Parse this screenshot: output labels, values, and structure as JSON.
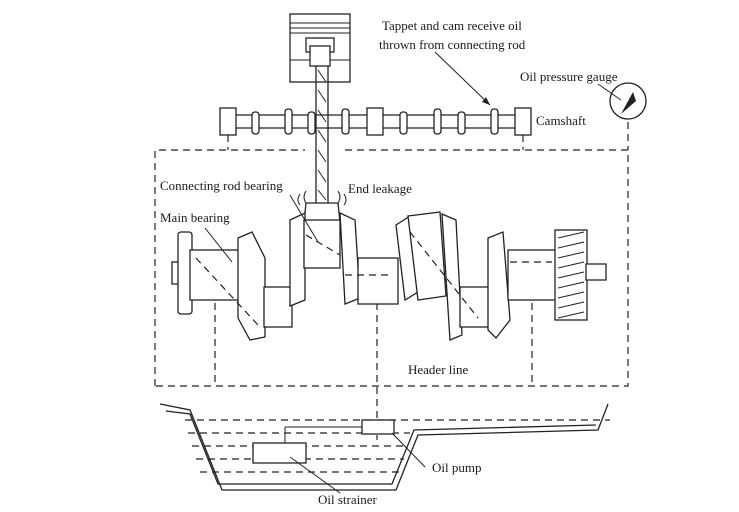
{
  "labels": {
    "tappet_line1": "Tappet and cam receive oil",
    "tappet_line2": "thrown from connecting rod",
    "oil_pressure_gauge": "Oil pressure gauge",
    "camshaft": "Camshaft",
    "connecting_rod_bearing": "Connecting rod bearing",
    "end_leakage": "End leakage",
    "main_bearing": "Main bearing",
    "header_line": "Header line",
    "oil_pump": "Oil pump",
    "oil_strainer": "Oil strainer"
  },
  "icons": {
    "gauge": "pressure-gauge-icon",
    "piston": "piston-icon",
    "crankshaft": "crankshaft-icon",
    "oil_pan": "oil-pan-icon"
  }
}
